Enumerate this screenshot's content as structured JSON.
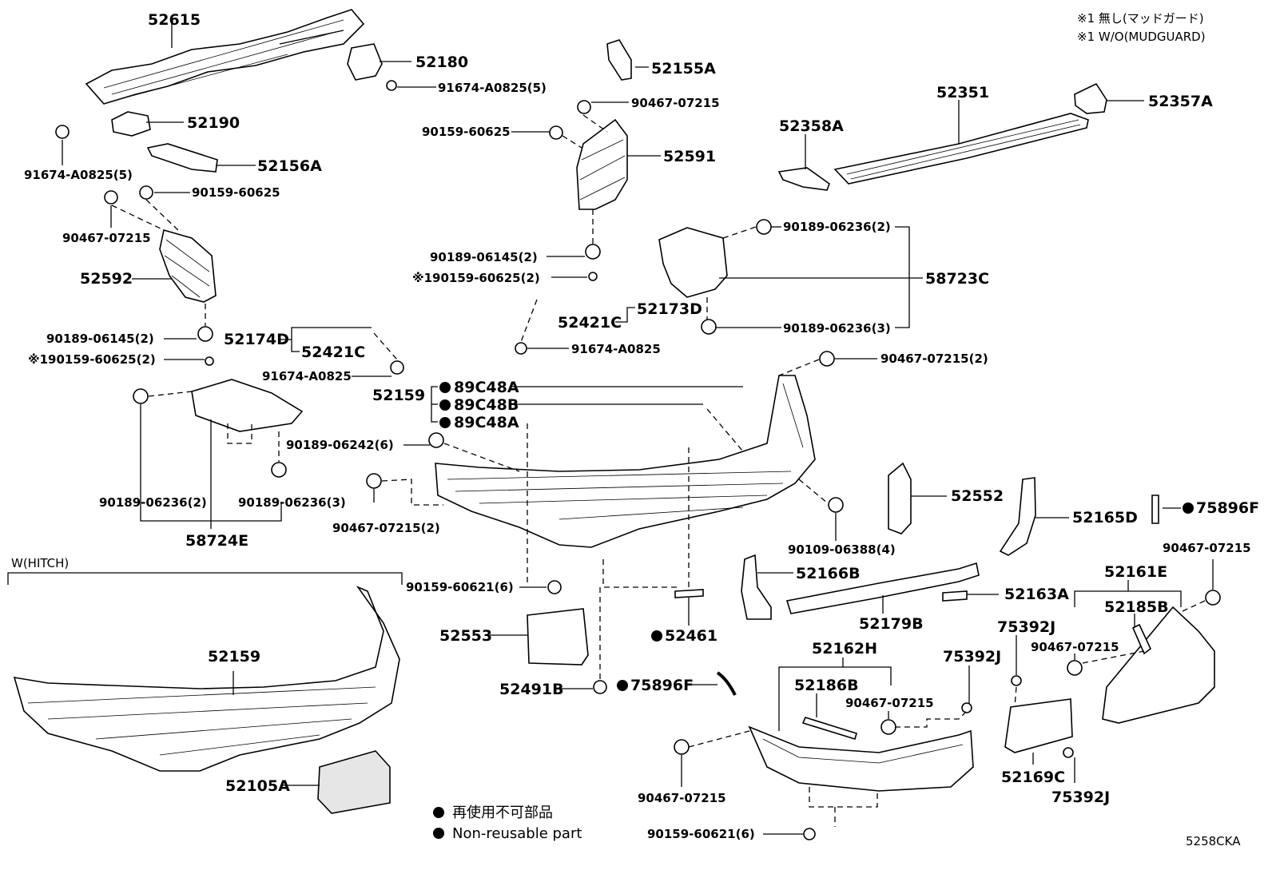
{
  "notes": {
    "jp": "※1 無し(マッドガード)",
    "en": "※1 W/O(MUDGUARD)"
  },
  "section": {
    "hitch": "W(HITCH)"
  },
  "legend": {
    "jp": "再使用不可部品",
    "en": "Non-reusable part"
  },
  "figure_code": "5258CKA",
  "labels": {
    "p52615": "52615",
    "p52180": "52180",
    "p52155A": "52155A",
    "p91674_a": "91674-A0825(5)",
    "p52190": "52190",
    "p91674_b": "91674-A0825(5)",
    "p52156A": "52156A",
    "p90159_a": "90159-60625",
    "p90467_a": "90467-07215",
    "p52592": "52592",
    "p90189_06145_a": "90189-06145(2)",
    "p90159_60625_2a": "※190159-60625(2)",
    "p52174D": "52174D",
    "p52421C_a": "52421C",
    "p91674_c": "91674-A0825",
    "p52159_a": "52159",
    "p89C48A_1": "89C48A",
    "p89C48B": "89C48B",
    "p89C48A_2": "89C48A",
    "p90189_06242": "90189-06242(6)",
    "p90189_06236_2a": "90189-06236(2)",
    "p90189_06236_3a": "90189-06236(3)",
    "p58724E": "58724E",
    "p90467_07215_2a": "90467-07215(2)",
    "p90467_b": "90467-07215",
    "p90159_b": "90159-60625",
    "p52591": "52591",
    "p90189_06145_b": "90189-06145(2)",
    "p90159_60625_2b": "※190159-60625(2)",
    "p52421C_b": "52421C",
    "p52173D": "52173D",
    "p91674_d": "91674-A0825",
    "p52351": "52351",
    "p52357A": "52357A",
    "p52358A": "52358A",
    "p90189_06236_2b": "90189-06236(2)",
    "p58723C": "58723C",
    "p90189_06236_3b": "90189-06236(3)",
    "p90467_07215_2b": "90467-07215(2)",
    "p52552": "52552",
    "p52165D": "52165D",
    "p75896F_a": "75896F",
    "p90109": "90109-06388(4)",
    "p52166B": "52166B",
    "p52163A": "52163A",
    "p52179B": "52179B",
    "p90467_c": "90467-07215",
    "p52161E": "52161E",
    "p52185B": "52185B",
    "p75392J_a": "75392J",
    "p90467_d": "90467-07215",
    "p90159_60621_a": "90159-60621(6)",
    "p52553": "52553",
    "p52461": "52461",
    "p52491B": "52491B",
    "p75896F_b": "75896F",
    "p52162H": "52162H",
    "p52186B": "52186B",
    "p90467_e": "90467-07215",
    "p75392J_b": "75392J",
    "p52169C": "52169C",
    "p75392J_c": "75392J",
    "p90467_f": "90467-07215",
    "p90159_60621_b": "90159-60621(6)",
    "p52159_b": "52159",
    "p52105A": "52105A"
  }
}
